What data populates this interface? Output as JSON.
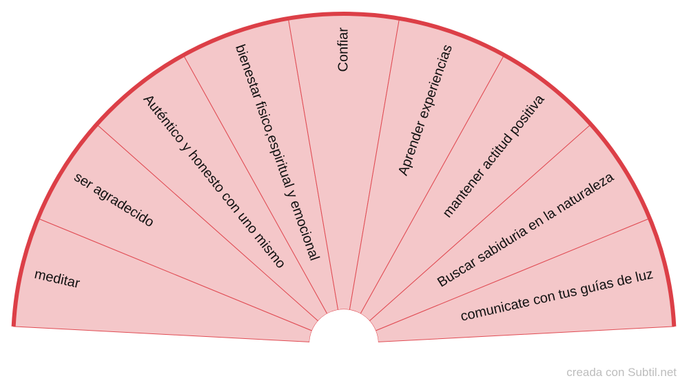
{
  "chart_data": {
    "type": "pie",
    "categories": [
      "meditar",
      "ser agradecido",
      "Auténtico y honesto con uno mismo",
      "bienestar fisico,espiritual y emocional",
      "Confiar",
      "Aprender experiencias",
      "mantener actitud positiva",
      "Buscar sabiduria en la naturaleza",
      "comunicate con tus guías de luz"
    ],
    "values": [
      1,
      1,
      1,
      1,
      1,
      1,
      1,
      1,
      1
    ]
  },
  "colors": {
    "sector_fill": "#f4c7c9",
    "sector_line": "#e04a52",
    "rim": "#dc3f47"
  },
  "footer": {
    "credit": "creada con Subtil.net"
  }
}
